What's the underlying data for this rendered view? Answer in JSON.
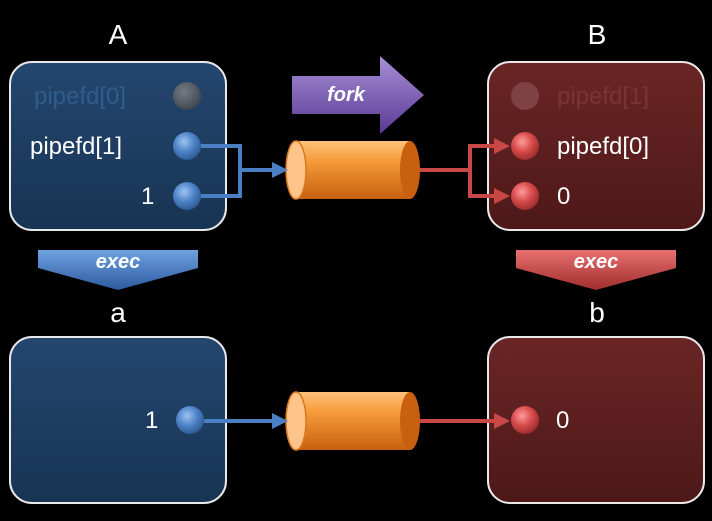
{
  "processes": {
    "A": {
      "title": "A",
      "fd_dim": "pipefd[0]",
      "fd_write": "pipefd[1]",
      "fd_stdout": "1"
    },
    "B": {
      "title": "B",
      "fd_dim": "pipefd[1]",
      "fd_read": "pipefd[0]",
      "fd_stdin": "0"
    },
    "a": {
      "title": "a",
      "fd_stdout": "1"
    },
    "b": {
      "title": "b",
      "fd_stdin": "0"
    }
  },
  "arrows": {
    "fork": "fork",
    "exec_left": "exec",
    "exec_right": "exec"
  },
  "colors": {
    "background": "#000000",
    "blue_box": "#1f3d63",
    "red_box": "#5e1f1f",
    "blue_dot": "#4a7fc4",
    "red_dot": "#d04848",
    "pipe": "#e8761c",
    "fork_arrow": "#6a4aa0"
  }
}
